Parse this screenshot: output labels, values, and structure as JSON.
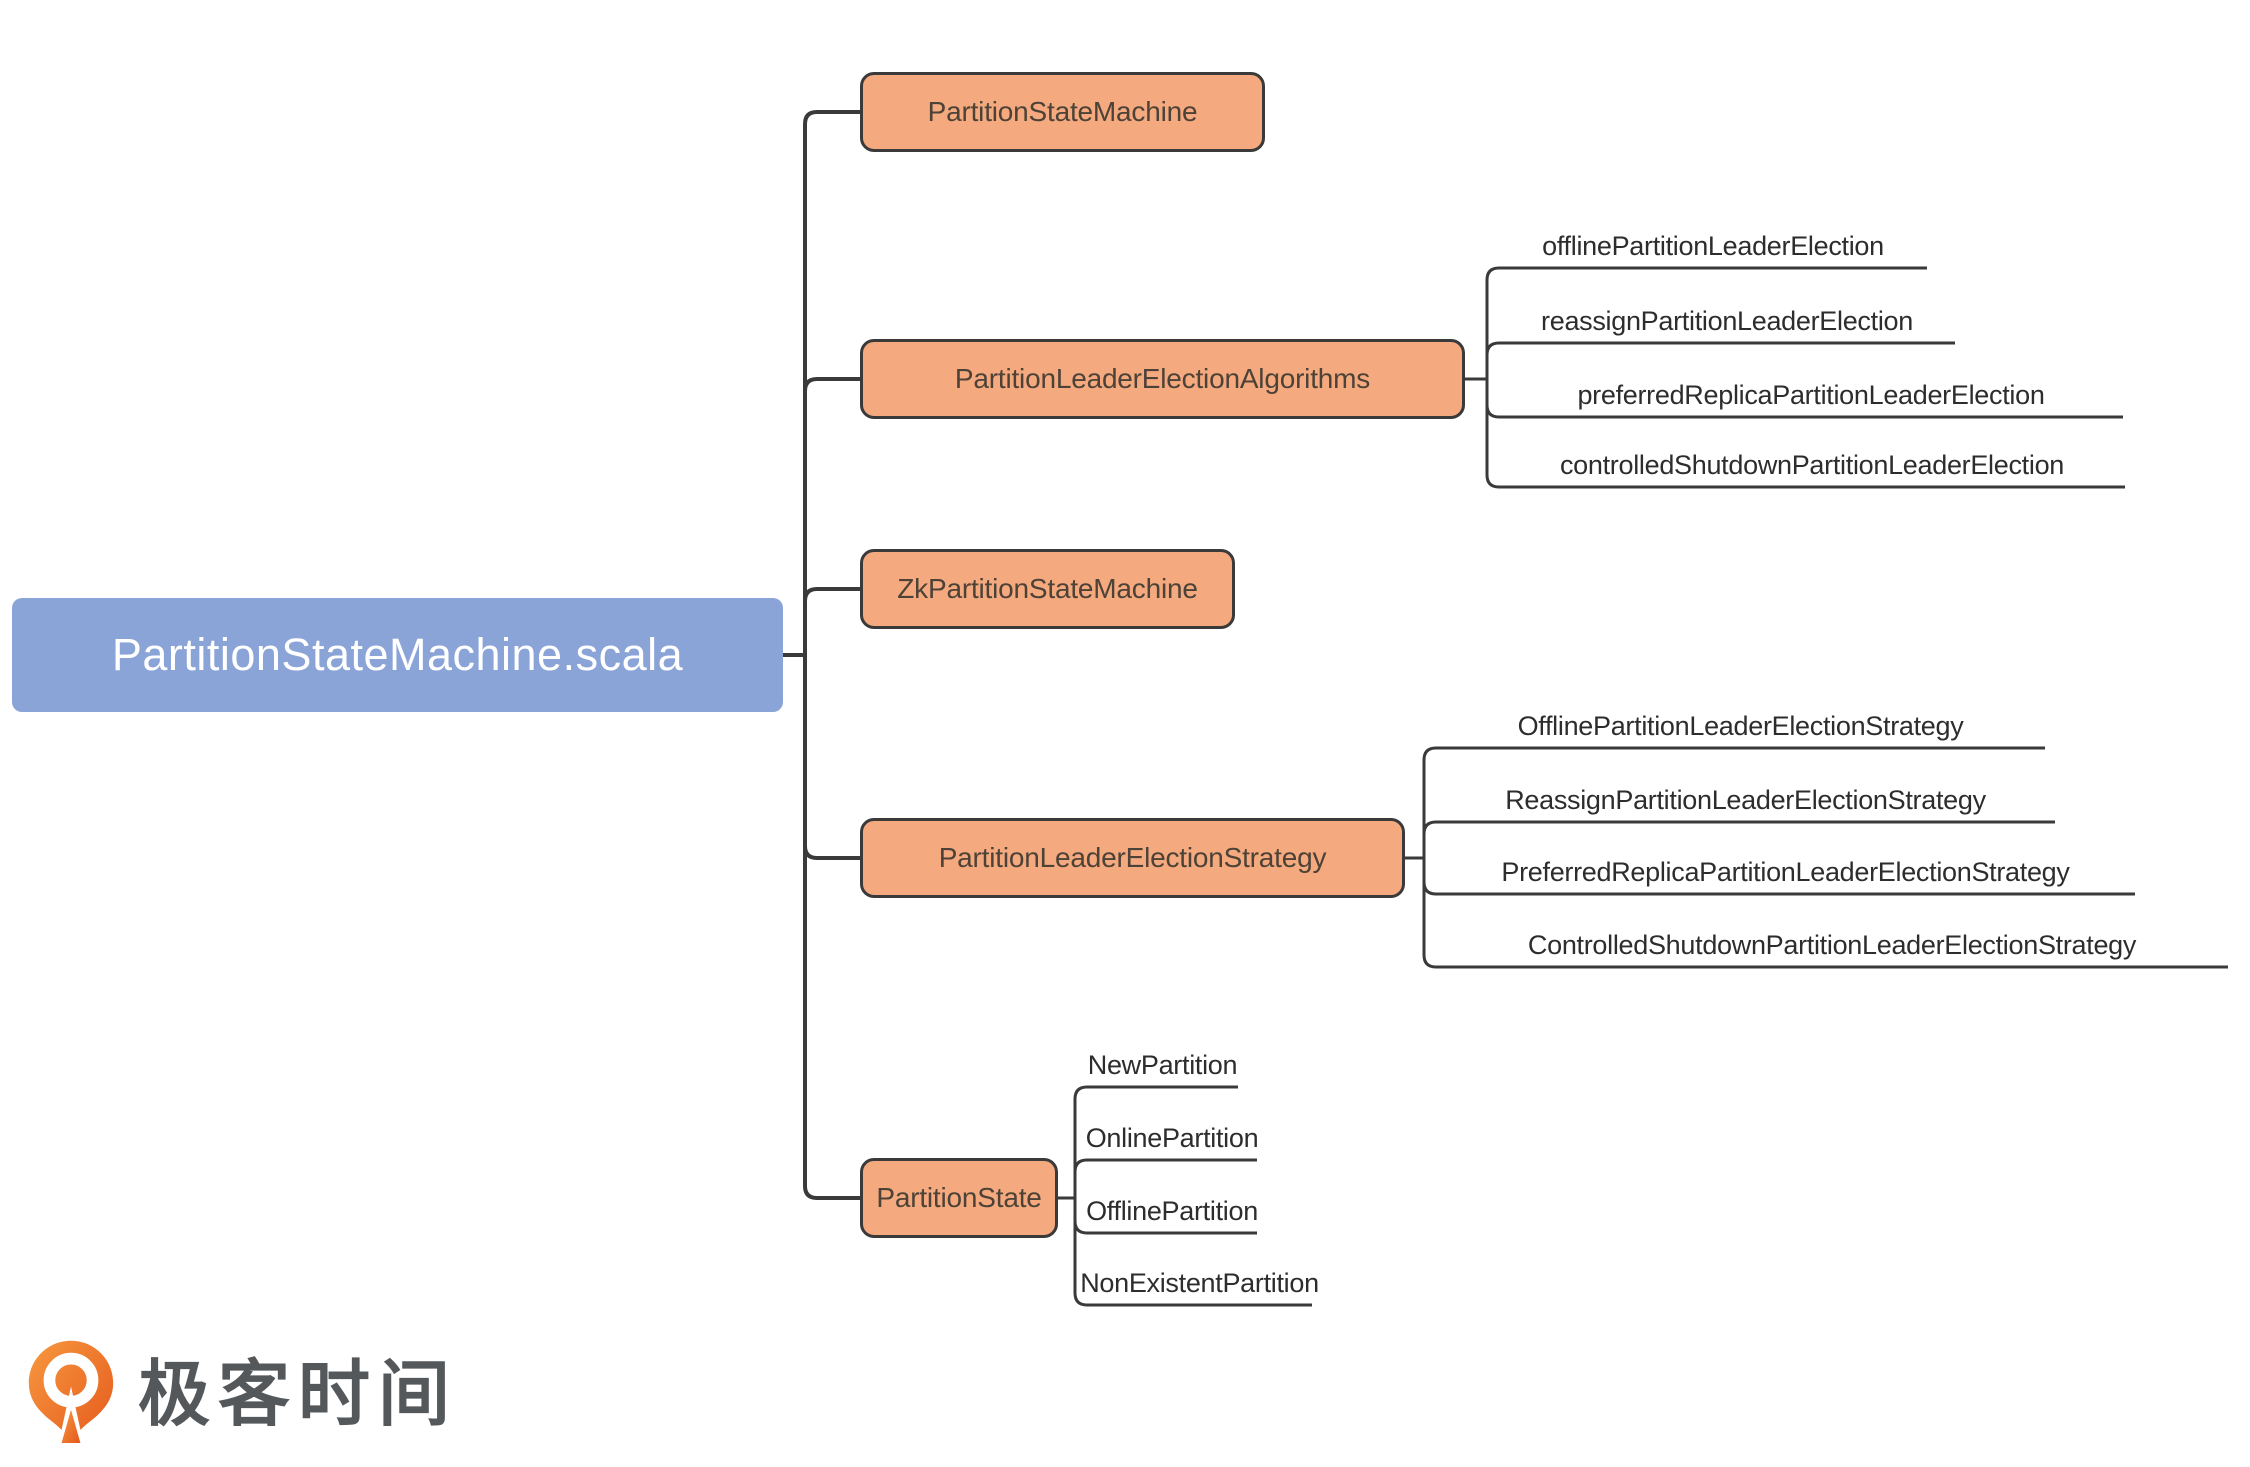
{
  "diagram": {
    "root": {
      "label": "PartitionStateMachine.scala"
    },
    "branches": [
      {
        "label": "PartitionStateMachine",
        "children": []
      },
      {
        "label": "PartitionLeaderElectionAlgorithms",
        "children": [
          {
            "label": "offlinePartitionLeaderElection"
          },
          {
            "label": "reassignPartitionLeaderElection"
          },
          {
            "label": "preferredReplicaPartitionLeaderElection"
          },
          {
            "label": "controlledShutdownPartitionLeaderElection"
          }
        ]
      },
      {
        "label": "ZkPartitionStateMachine",
        "children": []
      },
      {
        "label": "PartitionLeaderElectionStrategy",
        "children": [
          {
            "label": "OfflinePartitionLeaderElectionStrategy"
          },
          {
            "label": "ReassignPartitionLeaderElectionStrategy"
          },
          {
            "label": "PreferredReplicaPartitionLeaderElectionStrategy"
          },
          {
            "label": "ControlledShutdownPartitionLeaderElectionStrategy"
          }
        ]
      },
      {
        "label": "PartitionState",
        "children": [
          {
            "label": "NewPartition"
          },
          {
            "label": "OnlinePartition"
          },
          {
            "label": "OfflinePartition"
          },
          {
            "label": "NonExistentPartition"
          }
        ]
      }
    ],
    "colors": {
      "root_fill": "#8ba4d8",
      "root_text": "#ffffff",
      "branch_fill": "#f5a97e",
      "branch_border": "#3a3a3a",
      "branch_text": "#4d4237",
      "leaf_text": "#2d2d2d",
      "connector_line": "#3a3a3a",
      "logo_orange_light": "#f79840",
      "logo_orange_dark": "#e4581b",
      "logo_text": "#55585b"
    },
    "logo": {
      "brand": "极客时间",
      "icon": "geektime-pin-icon"
    }
  }
}
